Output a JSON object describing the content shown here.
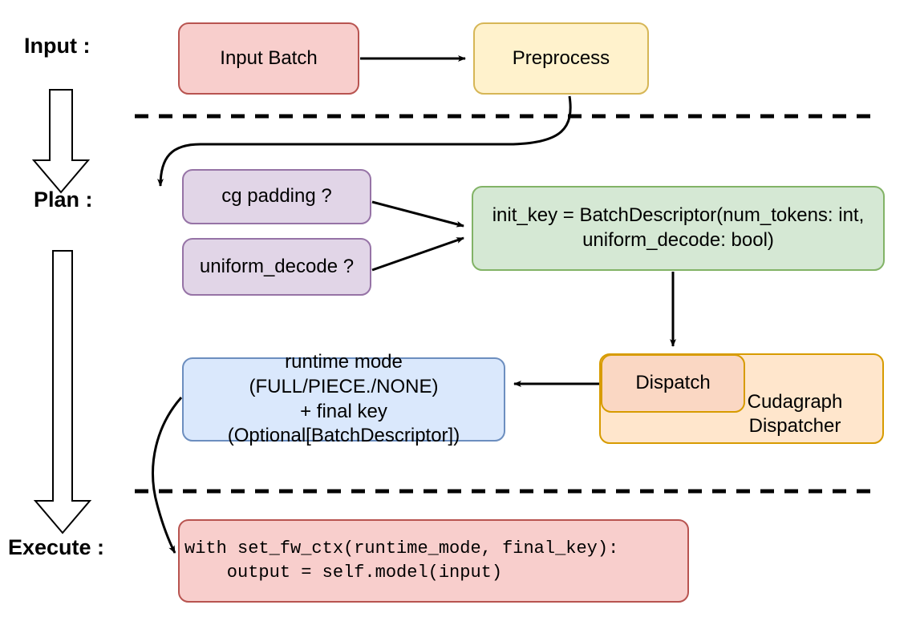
{
  "diagram": {
    "title": "Cudagraph dispatch pipeline",
    "background": "#ffffff",
    "stages": [
      {
        "id": "input",
        "label": "Input :"
      },
      {
        "id": "plan",
        "label": "Plan :"
      },
      {
        "id": "execute",
        "label": "Execute :"
      }
    ],
    "nodes": {
      "input_batch": {
        "label": "Input Batch",
        "fill": "#f8cecc",
        "stroke": "#b85450"
      },
      "preprocess": {
        "label": "Preprocess",
        "fill": "#fff2cc",
        "stroke": "#d6b656"
      },
      "cg_padding": {
        "label": "cg padding ?",
        "fill": "#e1d5e7",
        "stroke": "#9673a6"
      },
      "uniform_decode": {
        "label": "uniform_decode ?",
        "fill": "#e1d5e7",
        "stroke": "#9673a6"
      },
      "init_key": {
        "line1": "init_key = BatchDescriptor(num_tokens: int,",
        "line2": "uniform_decode: bool)",
        "fill": "#d5e8d4",
        "stroke": "#82b366"
      },
      "cudagraph_dispatcher": {
        "line1": "Cudagraph",
        "line2": "Dispatcher",
        "fill": "#ffe6cc",
        "stroke": "#d79b00"
      },
      "dispatch": {
        "label": "Dispatch",
        "fill": "#fad7c3",
        "stroke": "#d79b00"
      },
      "runtime_mode": {
        "line1": "runtime mode (FULL/PIECE./NONE)",
        "line2": "+ final key (Optional[BatchDescriptor])",
        "fill": "#dae8fc",
        "stroke": "#6c8ebf"
      },
      "execute_code": {
        "line1": "with set_fw_ctx(runtime_mode, final_key):",
        "line2": "    output = self.model(input)",
        "fill": "#f8cecc",
        "stroke": "#b85450"
      }
    },
    "separators": [
      {
        "id": "input-plan-divider",
        "style": "dashed",
        "color": "#000000"
      },
      {
        "id": "plan-execute-divider",
        "style": "dashed",
        "color": "#000000"
      }
    ],
    "flow_arrows": [
      {
        "id": "input-batch-to-preprocess",
        "from": "input_batch",
        "to": "preprocess"
      },
      {
        "id": "preprocess-to-cg-padding",
        "from": "preprocess",
        "to": "cg_padding"
      },
      {
        "id": "cg-padding-to-init-key",
        "from": "cg_padding",
        "to": "init_key"
      },
      {
        "id": "uniform-decode-to-init-key",
        "from": "uniform_decode",
        "to": "init_key"
      },
      {
        "id": "init-key-to-dispatch",
        "from": "init_key",
        "to": "dispatch"
      },
      {
        "id": "dispatch-to-runtime-mode",
        "from": "dispatch",
        "to": "runtime_mode"
      },
      {
        "id": "runtime-mode-to-execute-code",
        "from": "runtime_mode",
        "to": "execute_code"
      }
    ],
    "stage_arrows": [
      {
        "id": "input-to-plan-block-arrow",
        "direction": "down"
      },
      {
        "id": "plan-to-execute-block-arrow",
        "direction": "down"
      }
    ]
  }
}
